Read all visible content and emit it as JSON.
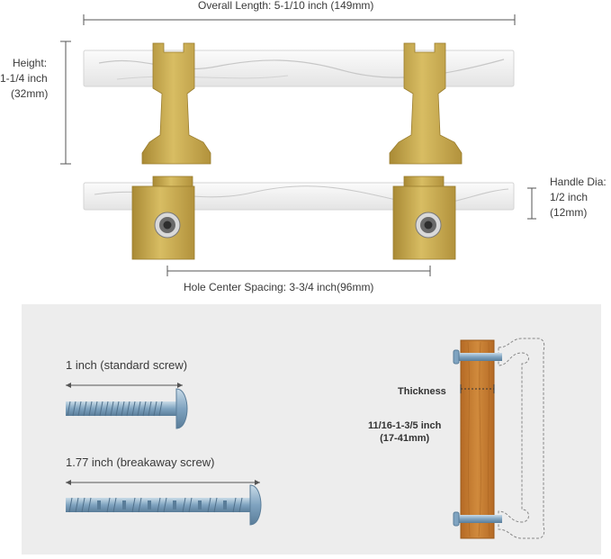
{
  "dimensions": {
    "overall_length": "Overall Length: 5-1/10 inch (149mm)",
    "height_line1": "Height:",
    "height_line2": "1-1/4 inch",
    "height_line3": "(32mm)",
    "handle_dia_line1": "Handle Dia:",
    "handle_dia_line2": "1/2 inch",
    "handle_dia_line3": "(12mm)",
    "hole_spacing": "Hole Center Spacing: 3-3/4 inch(96mm)"
  },
  "screws": {
    "standard": "1 inch (standard screw)",
    "breakaway": "1.77 inch (breakaway screw)"
  },
  "thickness": {
    "label": "Thickness",
    "range_line1": "11/16-1-3/5 inch",
    "range_line2": "(17-41mm)"
  },
  "colors": {
    "brass": "#c9a949",
    "marble": "#f2f2f2",
    "wood": "#c2772f",
    "screw": "#8fb2cc"
  }
}
